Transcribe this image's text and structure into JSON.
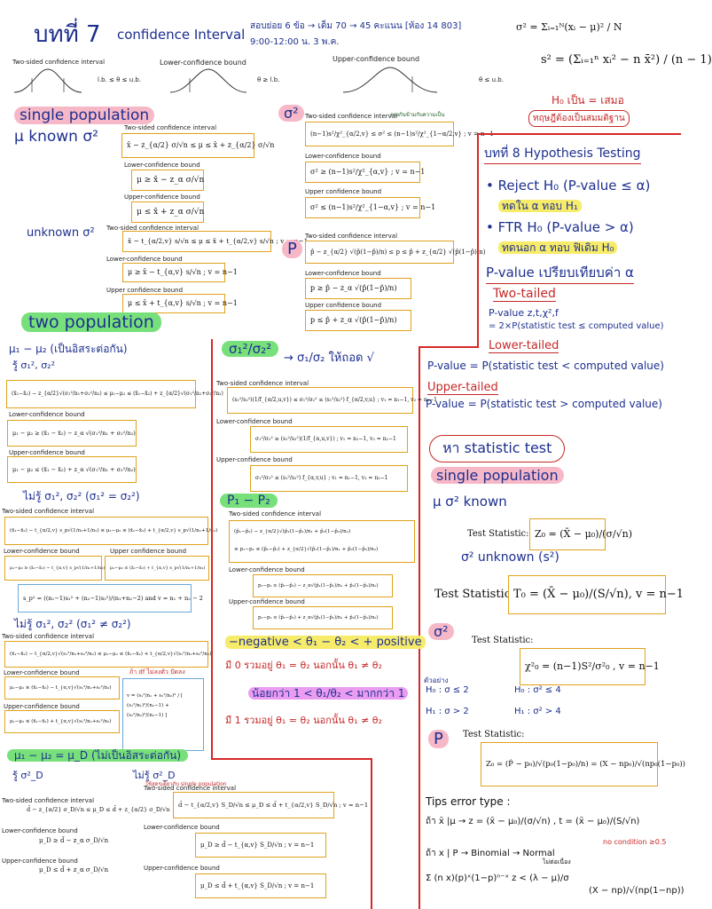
{
  "header": {
    "chapter7": "บทที่ 7",
    "chapter7_title": "confidence Interval",
    "exam_note_1": "สอบย่อย 6 ข้อ → เต็ม 70 → 45 คะแนน [ห้อง 14 803]",
    "exam_note_2": "9:00-12:00 น. 3 พ.ค.",
    "sigma2_pop": "σ² = Σᵢ₌₁ᴺ(xᵢ − μ)² / N",
    "s2_sample": "s² = (Σᵢ₌₁ⁿ xᵢ² − n x̄²) / (n − 1)"
  },
  "bounds_row": {
    "two_sided": "Two-sided confidence interval",
    "lower": "Lower-confidence bound",
    "upper": "Upper-confidence bound",
    "ls_ub": "l.b. ≤ θ ≤ u.b.",
    "ge_lb": "θ ≥ l.b.",
    "le_ub": "θ ≤ u.b."
  },
  "h0_note": {
    "line1": "H₀ เป็น = เสมอ",
    "line2": "ทฤษฎีต้องเป็นสมมติฐาน"
  },
  "single_pop": {
    "title": "single population",
    "mu_known": "μ known σ²",
    "two_sided": "Two-sided confidence interval",
    "ci": "x̄ − z_{α/2} σ/√n ≤ μ ≤ x̄ + z_{α/2} σ/√n",
    "lower_label": "Lower-confidence bound",
    "lower": "μ ≥ x̄ − z_α σ/√n",
    "upper_label": "Upper-confidence bound",
    "upper": "μ ≤ x̄ + z_α σ/√n",
    "unknown": "unknown σ²",
    "ci_t": "x̄ − t_{α/2,v} s/√n ≤ μ ≤ x̄ + t_{α/2,v} s/√n ; v = n−1",
    "lower_t_label": "Lower-confidence bound",
    "lower_t": "μ ≥ x̄ − t_{α,v} s/√n ; v = n−1",
    "upper_t_label": "Upper confidence bound",
    "upper_t": "μ ≤ x̄ + t_{α,v} s/√n ; v = n−1"
  },
  "sigma2_section": {
    "symbol": "σ²",
    "two_sided": "Two-sided confidence interval",
    "note": "ตรงกันข้ามกับความเป็น",
    "ci": "(n−1)s²/χ²_{α/2,v} ≤ σ² ≤ (n−1)s²/χ²_{1−α/2,v} ; v = n−1",
    "lower_label": "Lower-confidence bound",
    "lower": "σ² ≥ (n−1)s²/χ²_{α,v} ; v = n−1",
    "upper_label": "Upper confidence bound",
    "upper": "σ² ≤ (n−1)s²/χ²_{1−α,v} ; v = n−1"
  },
  "p_section": {
    "symbol": "P",
    "two_sided": "Two-sided confidence interval",
    "ci": "p̂ − z_{α/2} √(p̂(1−p̂)/n) ≤ p ≤ p̂ + z_{α/2} √(p̂(1−p̂)/n)",
    "lower_label": "Lower-confidence bound",
    "lower": "p ≥ p̂ − z_α √(p̂(1−p̂)/n)",
    "upper_label": "Upper confidence bound",
    "upper": "p ≤ p̂ + z_α √(p̂(1−p̂)/n)"
  },
  "chapter8": {
    "title": "บทที่ 8 Hypothesis Testing",
    "reject": "• Reject H₀ (P-value ≤ α)",
    "reject_note": "ทดใน α ทอบ H₁",
    "ftr": "• FTR H₀ (P-value > α)",
    "ftr_note": "ทดนอก α ทอบ ฟิเดิม H₀",
    "pvalue_def": "P-value เปรียบเทียบค่า α",
    "two_tailed": "Two-tailed",
    "two_tailed_f1": "P-value  z,t,χ²,f",
    "two_tailed_f2": "= 2×P(statistic test ≤ computed value)",
    "lower_tailed": "Lower-tailed",
    "lower_f": "P-value = P(statistic test < computed value)",
    "upper_tailed": "Upper-tailed",
    "upper_f": "P-value = P(statistic test > computed value)"
  },
  "stat_test": {
    "title": "หา statistic test",
    "single": "single population",
    "mu_known": "μ  σ² known",
    "test_label": "Test Statistic:",
    "z0": "Z₀ = (X̄ − μ₀)/(σ/√n)",
    "unknown": "σ² unknown (s²)",
    "t0": "T₀ = (X̄ − μ₀)/(S/√n),   v = n−1",
    "sigma2": "σ²",
    "chi2": "χ²₀ = (n−1)S²/σ²₀ ,  v = n−1",
    "h0a": "H₀ : σ ≤ 2",
    "h1a": "H₁ : σ > 2",
    "h0b": "H₀ : σ² ≤ 4",
    "h1b": "H₁ : σ² > 4",
    "hnote": "ตัวอย่าง",
    "p": "P",
    "z0p": "Z₀ = (P̂ − p₀)/√(p₀(1−p₀)/n) = (X − np₀)/√(np₀(1−p₀))"
  },
  "tips": {
    "title": "Tips error type :",
    "l1": "ถ้า x̄ |μ  →  z = (x̄ − μ₀)/(σ/√n) ,  t = (x̄ − μ₀)/(S/√n)",
    "l2": "ถ้า x | P  →  Binomial  →  Normal",
    "l3": "Σ (n x)(p)ˣ(1−p)ⁿ⁻ˣ    z < (λ − μ)/σ",
    "l3b": "(X − np)/√(np(1−np))",
    "note": "ไม่ต่อเนื่อง",
    "cond": "no condition ≥0.5"
  },
  "two_pop": {
    "title": "two population",
    "mu_diff": "μ₁ − μ₂ (เป็นอิสระต่อกัน)",
    "known": "รู้ σ₁², σ₂²",
    "ci_z": "(x̄₁−x̄₂) − z_{α/2}√(σ₁²/n₁+σ₂²/n₂) ≤ μ₁−μ₂ ≤ (x̄₁−x̄₂) + z_{α/2}√(σ₁²/n₁+σ₂²/n₂)",
    "lower_label": "Lower-confidence bound",
    "lower_z": "μ₁ − μ₂ ≥ (x̄₁ − x̄₂) − z_α √(σ₁²/n₁ + σ₂²/n₂)",
    "upper_label": "Upper-confidence bound",
    "upper_z": "μ₁ − μ₂ ≤ (x̄₁ − x̄₂) + z_α √(σ₁²/n₁ + σ₂²/n₂)",
    "unknown_eq": "ไม่รู้ σ₁², σ₂² (σ₁² = σ₂²)",
    "two_sided": "Two-sided confidence interval",
    "ci_sp": "(x̄₁−x̄₂) − t_{α/2,v} s_p√(1/n₁+1/n₂) ≤ μ₁−μ₂ ≤ (x̄₁−x̄₂) + t_{α/2,v} s_p√(1/n₁+1/n₂)",
    "lower_sp_label": "Lower-confidence bound",
    "lower_sp": "μ₁−μ₂ ≥ (x̄₁−x̄₂) − t_{α,v} s_p√(1/n₁+1/n₂)",
    "upper_sp_label": "Upper confidence bound",
    "upper_sp": "μ₁−μ₂ ≤ (x̄₁−x̄₂) + t_{α,v} s_p√(1/n₁+1/n₂)",
    "sp2": "s_p² = ((n₁−1)s₁² + (n₂−1)s₂²)/(n₁+n₂−2)   and   v = n₁ + n₂ − 2",
    "unknown_neq": "ไม่รู้ σ₁², σ₂² (σ₁² ≠ σ₂²)",
    "ci_welch": "(x̄₁−x̄₂) − t_{α/2,v}√(s₁²/n₁+s₂²/n₂) ≤ μ₁−μ₂ ≤ (x̄₁−x̄₂) + t_{α/2,v}√(s₁²/n₁+s₂²/n₂)",
    "welch_note": "ถ้า df ไม่ลงตัว ปัดลง",
    "lower_w": "μ₁−μ₂ ≥ (x̄₁−x̄₂) − t_{α,v}√(s₁²/n₁+s₂²/n₂)",
    "upper_w": "μ₁−μ₂ ≤ (x̄₁−x̄₂) + t_{α,v}√(s₁²/n₁+s₂²/n₂)",
    "v_welch": "v = (s₁²/n₁ + s₂²/n₂)² / [ (s₁²/n₁)²/(n₁−1) + (s₂²/n₂)²/(n₂−1) ]",
    "paired": "μ₁ − μ₂ = μ_D (ไม่เป็นอิสระต่อกัน)",
    "paired_sub": "รู้ σ²_D",
    "paired_unknown": "ไม่รู้ σ²_D",
    "paired_ci_z": "d̄ − z_{α/2} σ_D/√n ≤ μ_D ≤ d̄ + z_{α/2} σ_D/√n",
    "paired_lower_z": "μ_D ≥ d̄ − z_α σ_D/√n",
    "paired_upper_z": "μ_D ≤ d̄ + z_α σ_D/√n",
    "paired_ci_t": "d̄ − t_{α/2,v} S_D/√n ≤ μ_D ≤ d̄ + t_{α/2,v} S_D/√n ; v = n−1",
    "paired_lower_t": "μ_D ≥ d̄ − t_{α,v} S_D/√n ; v = n−1",
    "paired_upper_t": "μ_D ≤ d̄ + t_{α,v} S_D/√n ; v = n−1",
    "paired_note": "ใช้สูตรเดียวกับ single population"
  },
  "var_ratio": {
    "title": "σ₁²/σ₂²",
    "arrow": "→ σ₁/σ₂ ให้ถอด √",
    "two_sided": "Two-sided confidence interval",
    "ci": "(s₁²/s₂²)(1/f_{α/2,u,v}) ≤ σ₁²/σ₂² ≤ (s₁²/s₂²) f_{α/2,v,u} ; v₁ = n₁−1, v₂ = n₂−1",
    "lower_label": "Lower-confidence bound",
    "lower": "σ₁²/σ₂² ≥ (s₁²/s₂²)(1/f_{α,u,v}) ; v₁ = n₁−1, v₂ = n₂−1",
    "upper_label": "Upper-confidence bound",
    "upper": "σ₁²/σ₂² ≤ (s₁²/s₂²) f_{α,v,u} ; v₁ = n₁−1, v₂ = n₂−1"
  },
  "p_diff": {
    "title": "P₁ − P₂",
    "two_sided": "Two-sided confidence interval",
    "ci_a": "(p̂₁−p̂₂) − z_{α/2}√(p̂₁(1−p̂₁)/n₁ + p̂₂(1−p̂₂)/n₂)",
    "ci_b": "≤ p₁−p₂ ≤ (p̂₁−p̂₂) + z_{α/2}√(p̂₁(1−p̂₁)/n₁ + p̂₂(1−p̂₂)/n₂)",
    "lower_label": "Lower-confidence bound",
    "lower": "p₁−p₂ ≥ (p̂₁−p̂₂) − z_α√(p̂₁(1−p̂₁)/n₁ + p̂₂(1−p̂₂)/n₂)",
    "upper_label": "Upper-confidence bound",
    "upper": "p₁−p₂ ≤ (p̂₁−p̂₂) + z_α√(p̂₁(1−p̂₁)/n₁ + p̂₂(1−p̂₂)/n₂)",
    "neg_pos": "−negative < θ₁ − θ₂ < + positive",
    "zero": "มี 0 รวมอยู่  θ₁ = θ₂  นอกนั้น θ₁ ≠ θ₂",
    "ratio": "น้อยกว่า 1 < θ₁/θ₂ < มากกว่า 1",
    "one": "มี 1 รวมอยู่  θ₁ = θ₂  นอกนั้น θ₁ ≠ θ₂"
  }
}
